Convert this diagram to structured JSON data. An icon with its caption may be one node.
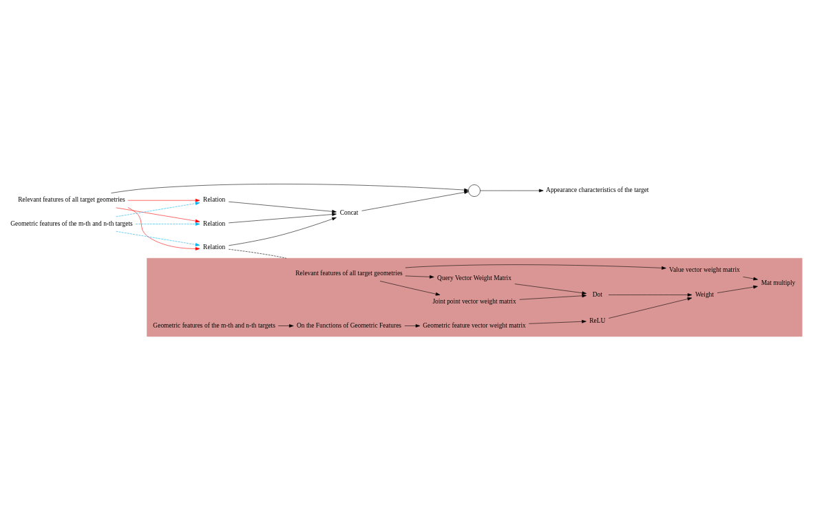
{
  "diagram": {
    "nodes": [
      {
        "text": [
          "Relevant features of all target geometries"
        ]
      },
      {
        "text": [
          "Geometric features of the m-th and n-th targets"
        ]
      },
      {
        "text": [
          "Relation"
        ]
      },
      {
        "text": [
          "Relation"
        ]
      },
      {
        "text": [
          "Relation"
        ]
      },
      {
        "text": [
          "Concat"
        ]
      },
      {
        "text": [],
        "shape": "circle"
      },
      {
        "text": [
          "Appearance characteristics of the target"
        ]
      },
      {
        "text": [],
        "shape": "box"
      },
      {
        "text": [
          "Relevant features of all target geometries"
        ],
        "in": 8
      },
      {
        "text": [
          "Value vector weight matrix"
        ],
        "in": 8
      },
      {
        "text": [
          "Query Vector Weight Matrix"
        ],
        "in": 8
      },
      {
        "text": [
          "Joint point vector weight matrix"
        ],
        "in": 8
      },
      {
        "text": [
          "Dot"
        ],
        "in": 8
      },
      {
        "text": [
          "Weight"
        ],
        "in": 8
      },
      {
        "text": [
          "Mat multiply"
        ],
        "in": 8
      },
      {
        "text": [
          "Geometric features of the m-th and n-th targets"
        ],
        "in": 8
      },
      {
        "text": [
          "On the Functions of Geometric Features"
        ],
        "in": 8
      },
      {
        "text": [
          "Geometric feature vector weight matrix"
        ],
        "in": 8
      },
      {
        "text": [
          "ReLU"
        ],
        "in": 8
      }
    ],
    "edges": [
      {
        "from": 0,
        "to": 6,
        "arrow": "to"
      },
      {
        "from": 0,
        "to": 2,
        "arrow": "to",
        "color": "#ff0000"
      },
      {
        "from": 0,
        "to": 3,
        "arrow": "to",
        "color": "#ff0000"
      },
      {
        "from": 0,
        "to": 4,
        "arrow": "to",
        "color": "#ff0000"
      },
      {
        "from": 1,
        "to": 2,
        "arrow": "to",
        "style": "dashed",
        "color": "#00b0f0"
      },
      {
        "from": 1,
        "to": 3,
        "arrow": "to",
        "style": "dashed",
        "color": "#00b0f0"
      },
      {
        "from": 1,
        "to": 4,
        "arrow": "to",
        "style": "dashed",
        "color": "#00b0f0"
      },
      {
        "from": 2,
        "to": 5,
        "arrow": "to"
      },
      {
        "from": 3,
        "to": 5,
        "arrow": "to"
      },
      {
        "from": 4,
        "to": 5,
        "arrow": "to"
      },
      {
        "from": 5,
        "to": 6,
        "arrow": "to"
      },
      {
        "from": 6,
        "to": 7,
        "arrow": "to"
      },
      {
        "from": 4,
        "to": 8,
        "arrow": "none",
        "style": "dashed"
      },
      {
        "from": 9,
        "to": 10,
        "arrow": "to"
      },
      {
        "from": 9,
        "to": 11,
        "arrow": "to"
      },
      {
        "from": 9,
        "to": 12,
        "arrow": "to"
      },
      {
        "from": 11,
        "to": 13,
        "arrow": "to"
      },
      {
        "from": 12,
        "to": 13,
        "arrow": "to"
      },
      {
        "from": 13,
        "to": 14,
        "arrow": "to"
      },
      {
        "from": 10,
        "to": 15,
        "arrow": "to"
      },
      {
        "from": 14,
        "to": 15,
        "arrow": "to"
      },
      {
        "from": 16,
        "to": 17,
        "arrow": "to"
      },
      {
        "from": 17,
        "to": 18,
        "arrow": "to"
      },
      {
        "from": 18,
        "to": 19,
        "arrow": "to"
      },
      {
        "from": 19,
        "to": 14,
        "arrow": "to"
      }
    ]
  }
}
